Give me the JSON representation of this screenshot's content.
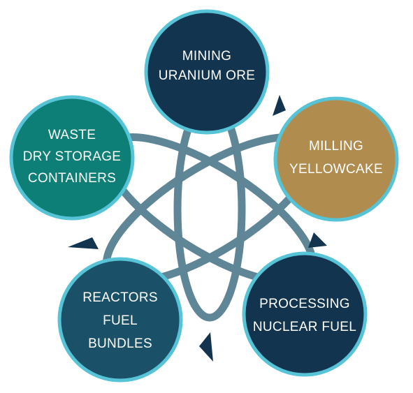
{
  "colors": {
    "orbit": "#5f8697",
    "ring": "#56c3d6",
    "arrow": "#12344f",
    "text": "#ffffff"
  },
  "stages": [
    {
      "id": "mining",
      "line1": "MINING",
      "line2": "URANIUM ORE",
      "line3": "",
      "fill": "#12344f"
    },
    {
      "id": "milling",
      "line1": "MILLING",
      "line2": "YELLOWCAKE",
      "line3": "",
      "fill": "#b08d4f"
    },
    {
      "id": "processing",
      "line1": "PROCESSING",
      "line2": "NUCLEAR FUEL",
      "line3": "",
      "fill": "#12344f"
    },
    {
      "id": "reactors",
      "line1": "REACTORS",
      "line2": "FUEL",
      "line3": "BUNDLES",
      "fill": "#1b5168"
    },
    {
      "id": "waste",
      "line1": "WASTE",
      "line2": "DRY STORAGE",
      "line3": "CONTAINERS",
      "fill": "#0e7f76"
    }
  ],
  "flow_arrows": [
    {
      "from": "mining",
      "to": "milling",
      "icon": "triangle-arrow-icon"
    },
    {
      "from": "milling",
      "to": "processing",
      "icon": "triangle-arrow-icon"
    },
    {
      "from": "processing",
      "to": "reactors",
      "icon": "triangle-arrow-icon"
    },
    {
      "from": "reactors",
      "to": "waste",
      "icon": "triangle-arrow-icon"
    }
  ]
}
